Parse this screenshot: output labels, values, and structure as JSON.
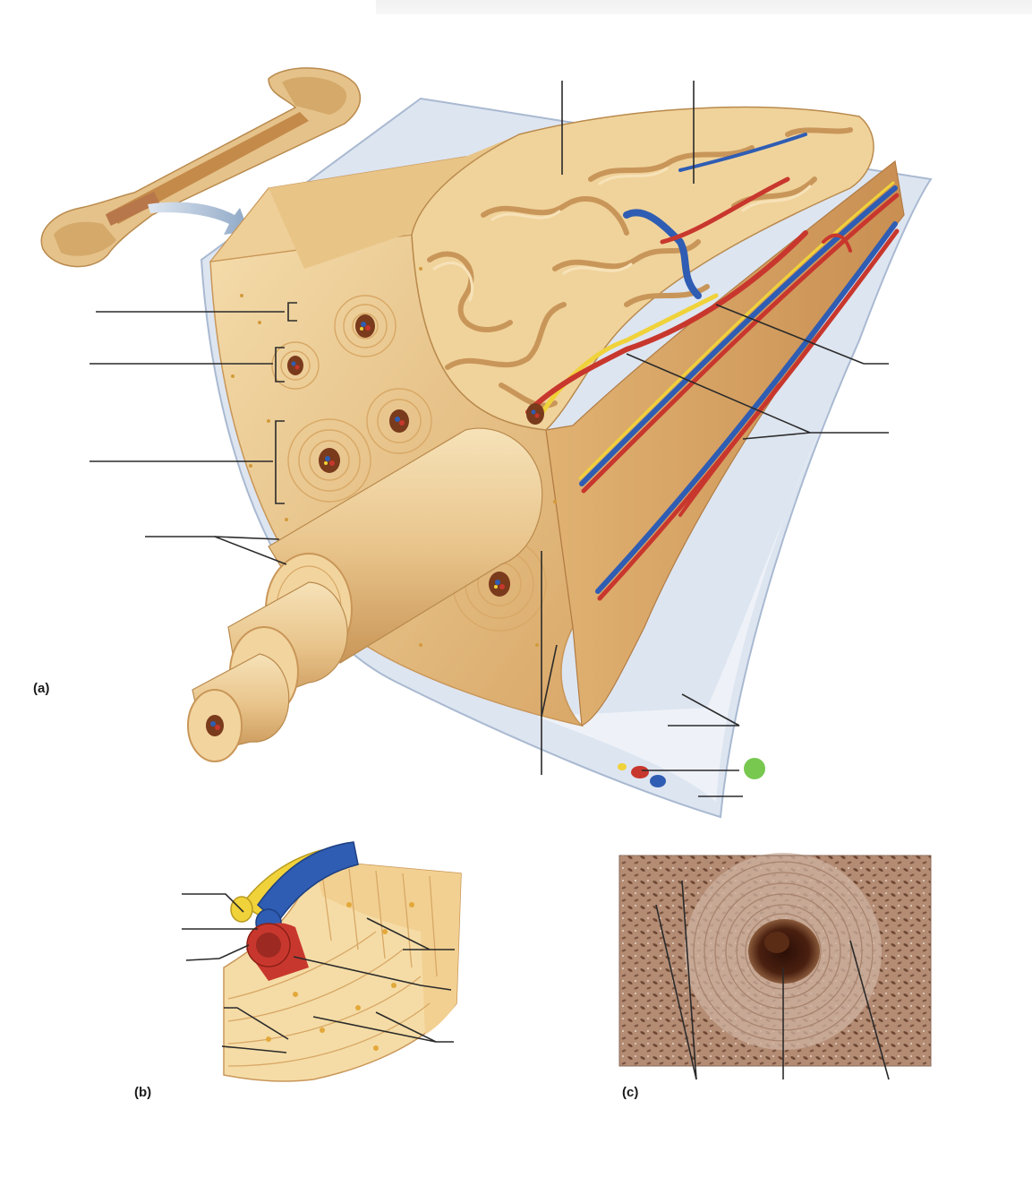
{
  "panels": {
    "a": "(a)",
    "b": "(b)",
    "c": "(c)"
  },
  "colors": {
    "bone_light": "#f2d49e",
    "bone_mid": "#e7bf7e",
    "bone_dark": "#c9965a",
    "artery": "#c8372d",
    "vein": "#2f5db3",
    "nerve": "#f0d23a",
    "periosteum": "#cfd9ea",
    "leader": "#2a2a2a",
    "marker": "#78c850",
    "micrograph_bg": "#b8927a"
  },
  "marker": {
    "shape": "green-dot"
  }
}
